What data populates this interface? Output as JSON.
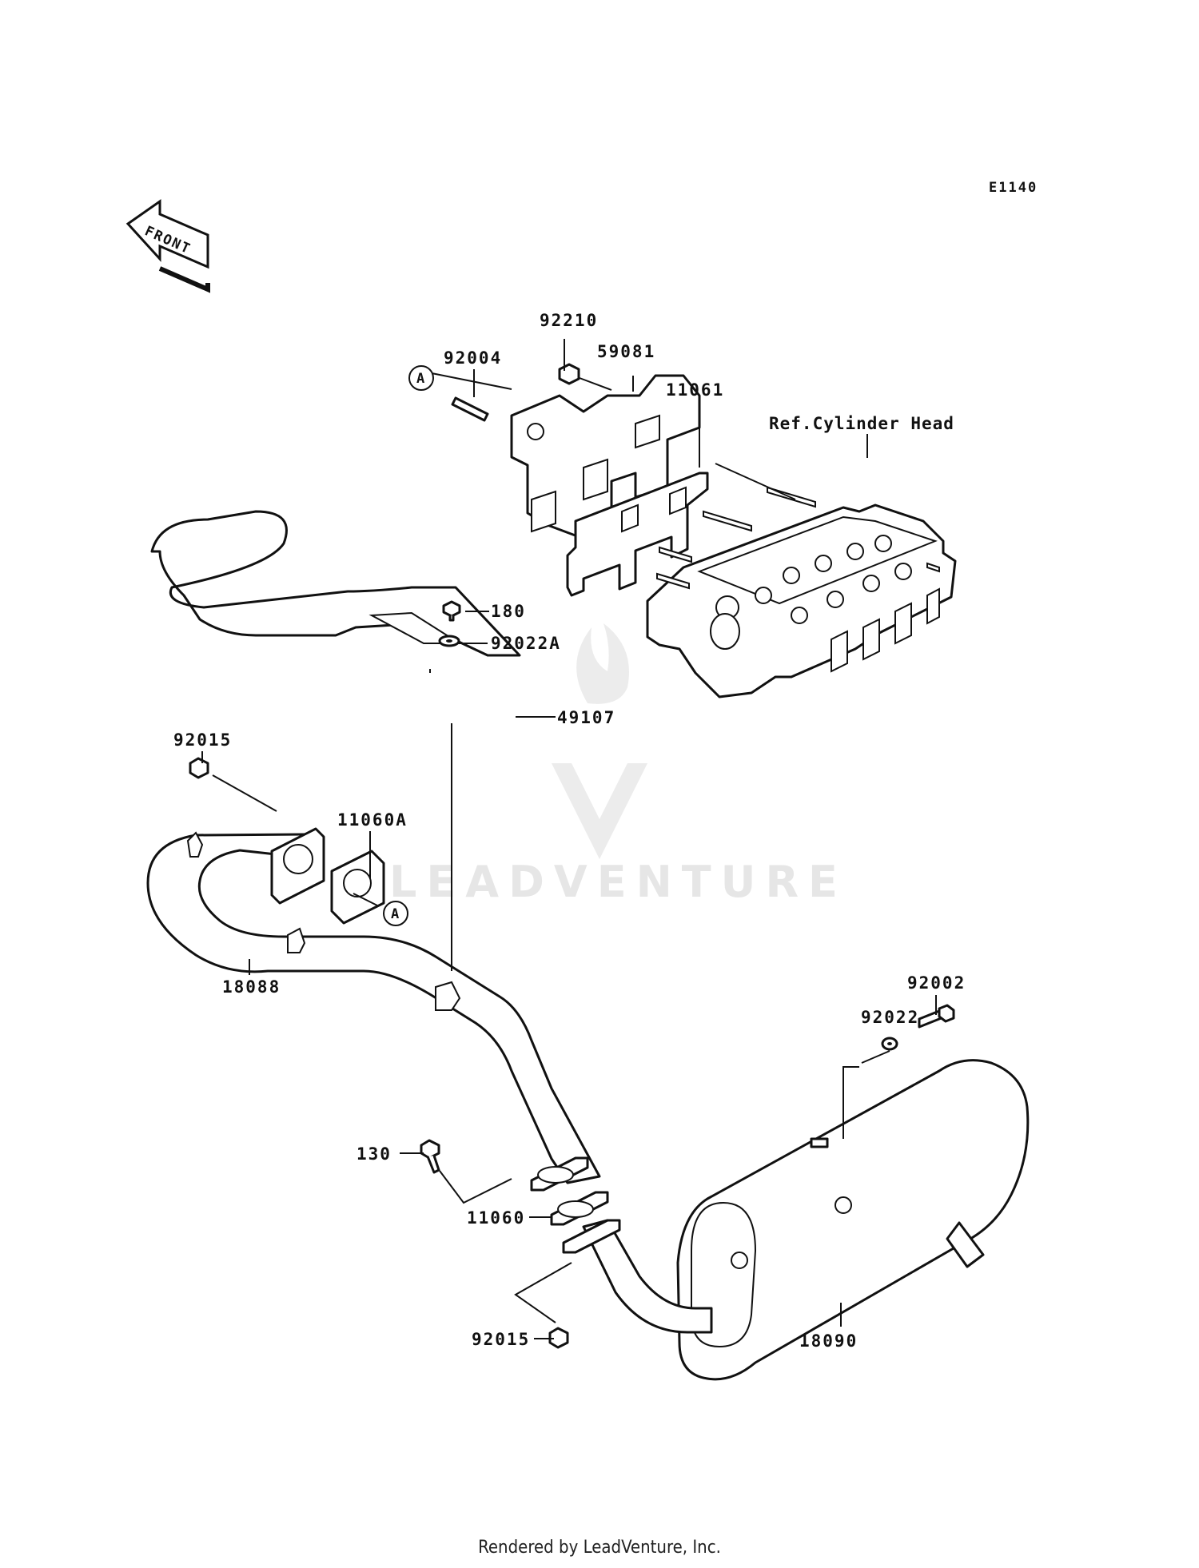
{
  "diagram_code": "E1140",
  "front_arrow_label": "FRONT",
  "callout_a": "A",
  "reference_label": "Ref.Cylinder Head",
  "watermark": "LEADVENTURE",
  "footer": "Rendered by LeadVenture, Inc.",
  "parts": {
    "p92210": "92210",
    "p92004": "92004",
    "p59081": "59081",
    "p11061": "11061",
    "p180": "180",
    "p92022A": "92022A",
    "p49107": "49107",
    "p92015_top": "92015",
    "p11060A": "11060A",
    "p18088": "18088",
    "p92002": "92002",
    "p92022": "92022",
    "p130": "130",
    "p11060": "11060",
    "p92015_bottom": "92015",
    "p18090": "18090"
  }
}
